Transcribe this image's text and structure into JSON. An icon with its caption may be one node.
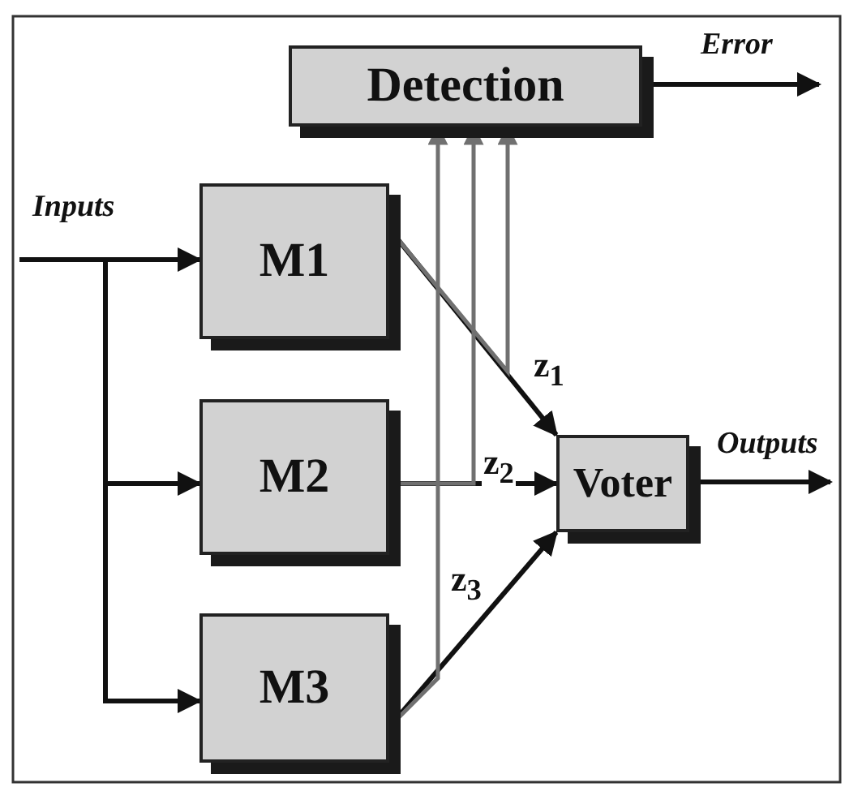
{
  "diagram": {
    "nodes": [
      {
        "text": [
          "Detection"
        ]
      },
      {
        "text": [
          "M1"
        ]
      },
      {
        "text": [
          "M2"
        ]
      },
      {
        "text": [
          "M3"
        ]
      },
      {
        "text": [
          "Voter"
        ]
      }
    ],
    "edges": [
      {
        "from": null,
        "to": 1,
        "arrow": "to",
        "label": "Inputs"
      },
      {
        "from": null,
        "to": 2,
        "arrow": "to"
      },
      {
        "from": null,
        "to": 3,
        "arrow": "to"
      },
      {
        "from": 1,
        "to": 4,
        "arrow": "to",
        "label": "z$_{1}$"
      },
      {
        "from": 2,
        "to": 4,
        "arrow": "to",
        "label": "z$_{2}$"
      },
      {
        "from": 3,
        "to": 4,
        "arrow": "to",
        "label": "z$_{3}$"
      },
      {
        "from": 1,
        "to": 0,
        "arrow": "to",
        "color": "#707070"
      },
      {
        "from": 2,
        "to": 0,
        "arrow": "to",
        "color": "#707070"
      },
      {
        "from": 3,
        "to": 0,
        "arrow": "to",
        "color": "#707070"
      },
      {
        "from": 4,
        "to": null,
        "arrow": "to",
        "label": "Outputs"
      },
      {
        "from": 0,
        "to": null,
        "arrow": "to",
        "label": "Error"
      }
    ]
  }
}
